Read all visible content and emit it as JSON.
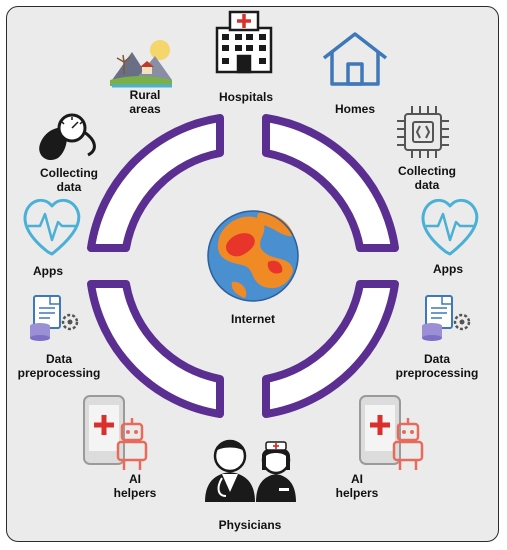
{
  "colors": {
    "ring": "#5b2e91",
    "ring_fill": "#ffffff",
    "background": "#ebebeb",
    "accent_red": "#d9302b",
    "line_blue": "#3e78b8",
    "light_blue": "#4bb0d6"
  },
  "labels": {
    "hospitals": "Hospitals",
    "homes": "Homes",
    "rural_areas": "Rural\nareas",
    "collecting_data_left": "Collecting\ndata",
    "collecting_data_right": "Collecting\ndata",
    "apps_left": "Apps",
    "apps_right": "Apps",
    "data_preprocessing_left": "Data\npreprocessing",
    "data_preprocessing_right": "Data\npreprocessing",
    "ai_helpers_left": "AI\nhelpers",
    "ai_helpers_right": "AI\nhelpers",
    "internet": "Internet",
    "physicians": "Physicians"
  },
  "icons": [
    "hospital-icon",
    "home-icon",
    "rural-landscape-icon",
    "blood-pressure-gauge-icon",
    "cpu-chip-icon",
    "heartbeat-icon",
    "document-database-icon",
    "phone-robot-icon",
    "globe-icon",
    "doctor-nurse-icon"
  ]
}
